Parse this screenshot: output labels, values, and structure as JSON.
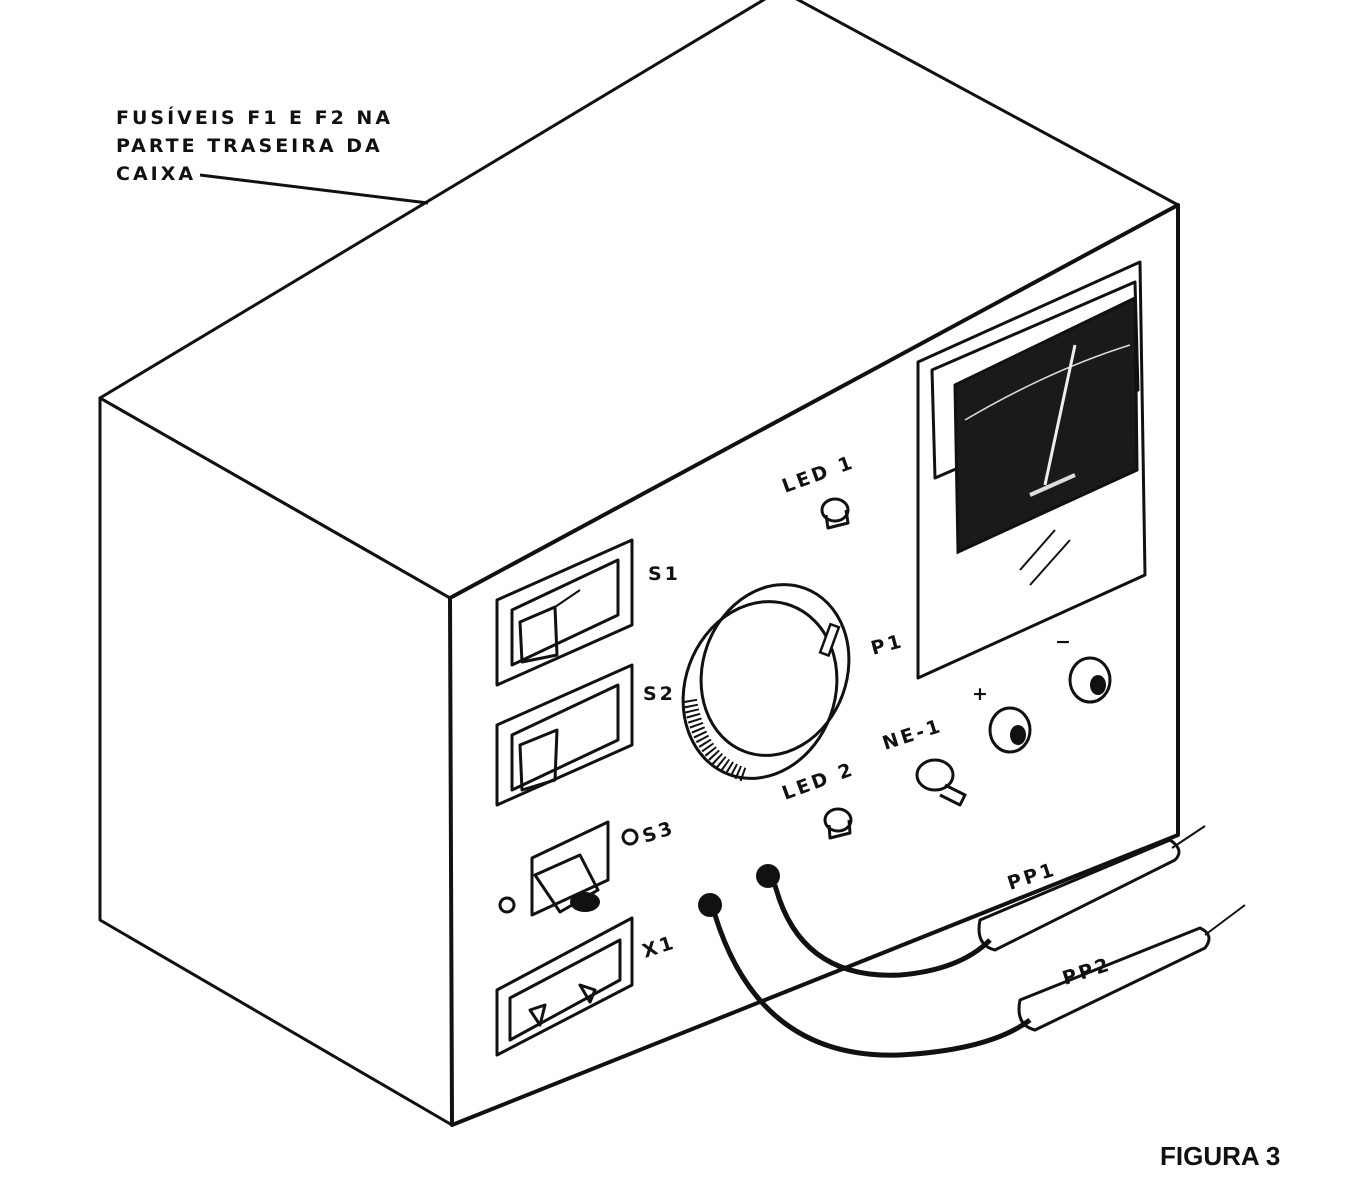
{
  "callout": {
    "line1": "FUSÍVEIS F1 E F2 NA",
    "line2": "PARTE TRASEIRA DA",
    "line3": "CAIXA"
  },
  "labels": {
    "led1": "LED 1",
    "s1": "S1",
    "s2": "S2",
    "s3": "S3",
    "p1": "P1",
    "led2": "LED 2",
    "ne1": "NE-1",
    "plus": "+",
    "minus": "−",
    "x1": "X1",
    "pp1": "PP1",
    "pp2": "PP2"
  },
  "caption": "FIGURA 3",
  "colors": {
    "ink": "#111111",
    "paper": "#ffffff",
    "meter_face": "#1a1a1a"
  }
}
